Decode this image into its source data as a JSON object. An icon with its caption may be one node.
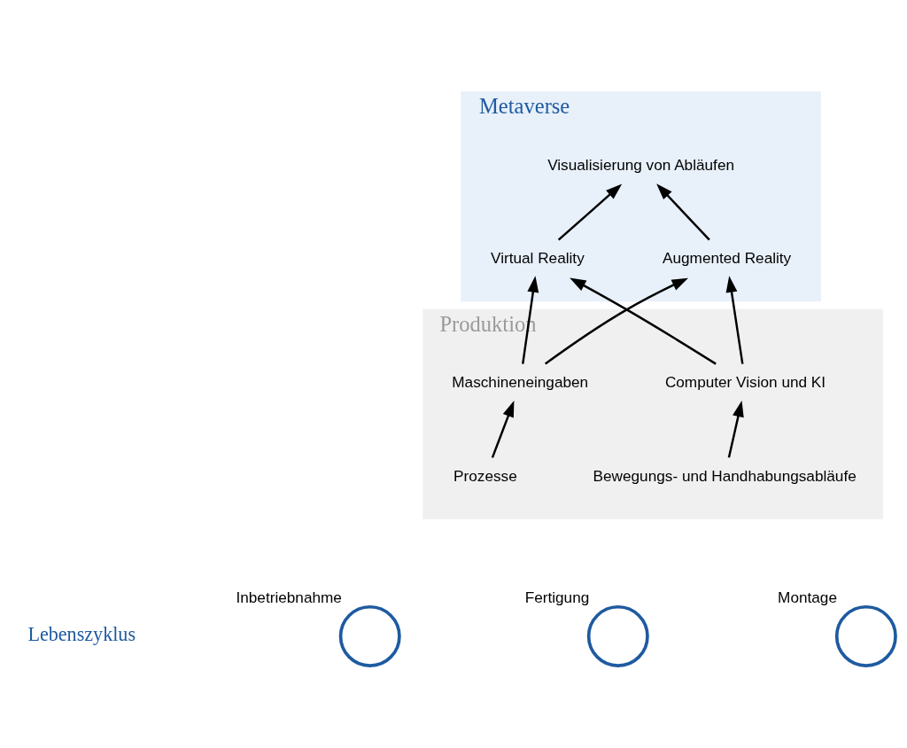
{
  "diagram": {
    "nodes": [
      {
        "text": [
          "Metaverse"
        ]
      },
      {
        "text": [
          "Visualisierung von Abläufen"
        ],
        "in": 0
      },
      {
        "text": [
          "Virtual Reality"
        ],
        "in": 0
      },
      {
        "text": [
          "Augmented Reality"
        ],
        "in": 0
      },
      {
        "text": [
          "Produktion"
        ]
      },
      {
        "text": [
          "Maschineneingaben"
        ],
        "in": 4
      },
      {
        "text": [
          "Computer Vision und KI"
        ],
        "in": 4
      },
      {
        "text": [
          "Prozesse"
        ],
        "in": 4
      },
      {
        "text": [
          "Bewegungs- und Handhabungsabläufe"
        ],
        "in": 4
      },
      {
        "text": [],
        "shape": "circle",
        "beside": [
          "Inbetriebnahme"
        ]
      },
      {
        "text": [],
        "shape": "circle",
        "beside": [
          "Fertigung"
        ]
      },
      {
        "text": [],
        "shape": "circle",
        "beside": [
          "Montage"
        ]
      }
    ],
    "edges": [
      {
        "from": 7,
        "to": 5,
        "arrow": "to"
      },
      {
        "from": 8,
        "to": 6,
        "arrow": "to"
      },
      {
        "from": 5,
        "to": 2,
        "arrow": "to"
      },
      {
        "from": 5,
        "to": 3,
        "arrow": "to"
      },
      {
        "from": 6,
        "to": 2,
        "arrow": "to"
      },
      {
        "from": 6,
        "to": 3,
        "arrow": "to"
      },
      {
        "from": 2,
        "to": 1,
        "arrow": "to"
      },
      {
        "from": 3,
        "to": 1,
        "arrow": "to"
      }
    ],
    "labels": [
      "Lebenszyklus"
    ]
  }
}
